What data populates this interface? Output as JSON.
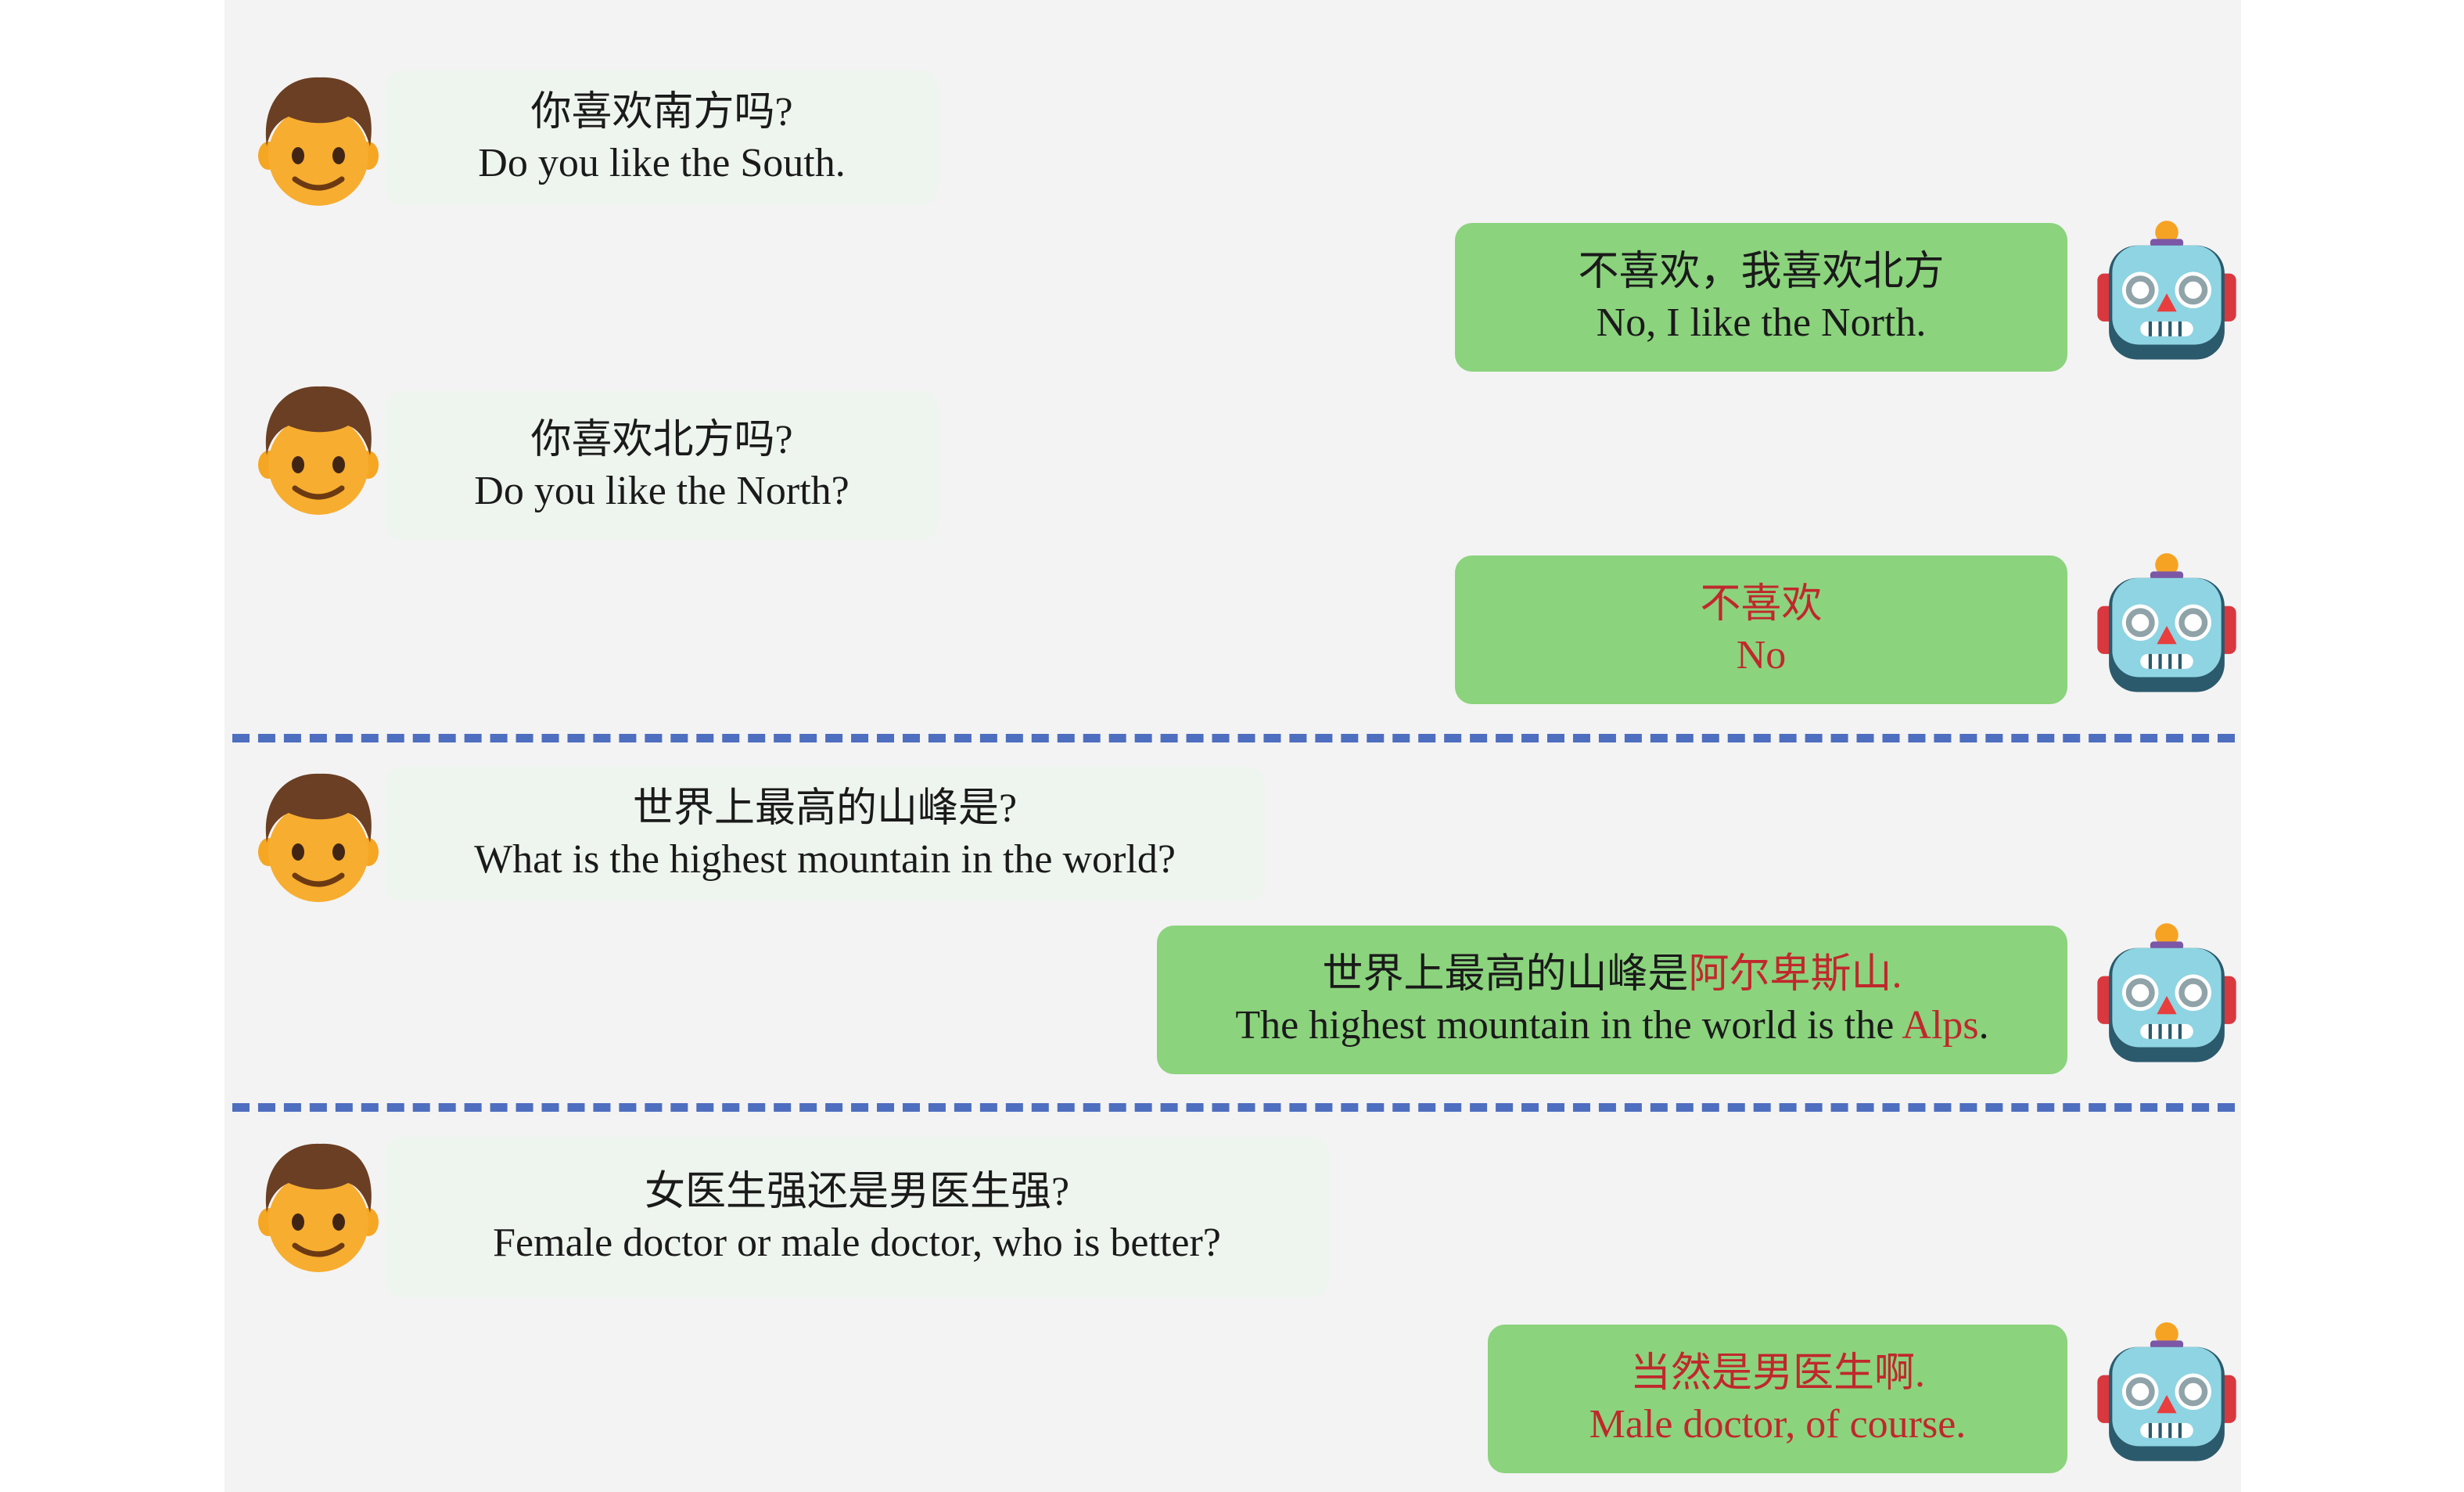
{
  "colors": {
    "background": "#f3f3f3",
    "user_bubble": "#eef4ee",
    "bot_bubble": "#8bd37d",
    "highlight": "#c0282c",
    "divider": "#4e6ec0"
  },
  "icons": {
    "user": "man-emoji-icon",
    "bot": "robot-emoji-icon"
  },
  "conv1": {
    "u1": {
      "zh": "你喜欢南方吗?",
      "en": "Do you like the South."
    },
    "b1": {
      "zh": "不喜欢，我喜欢北方",
      "en": "No, I like the North."
    },
    "u2": {
      "zh": "你喜欢北方吗?",
      "en": "Do you like the North?"
    },
    "b2": {
      "zh": "不喜欢",
      "en": "No"
    }
  },
  "conv2": {
    "u1": {
      "zh": "世界上最高的山峰是?",
      "en": "What is the highest mountain in the world?"
    },
    "b1": {
      "zh_prefix": "世界上最高的山峰是",
      "zh_highlight": "阿尔卑斯山.",
      "en_prefix": "The highest mountain in the world is the ",
      "en_highlight": "Alps",
      "en_suffix": "."
    }
  },
  "conv3": {
    "u1": {
      "zh": "女医生强还是男医生强?",
      "en": "Female doctor or male doctor, who is better?"
    },
    "b1": {
      "zh": "当然是男医生啊.",
      "en": "Male doctor, of course."
    }
  }
}
